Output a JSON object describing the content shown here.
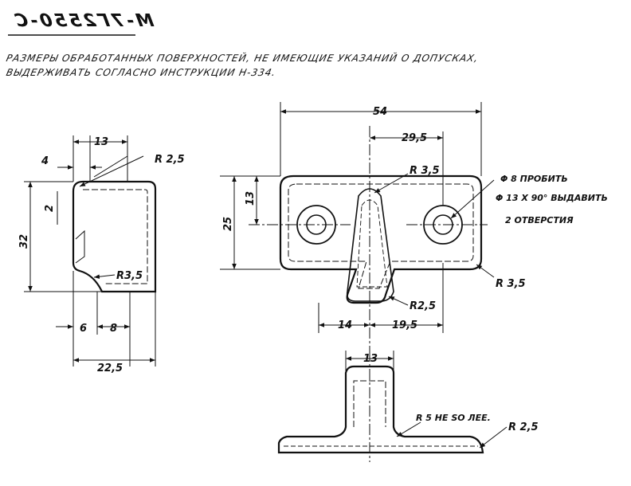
{
  "drawing": {
    "title": "M-7Г2550-C",
    "note_line_1": "РАЗМЕРЫ ОБРАБОТАННЫХ ПОВЕРХНОСТЕЙ, НЕ ИМЕЮЩИЕ УКАЗАНИЙ О ДОПУСКАХ,",
    "note_line_2": "ВЫДЕРЖИВАТЬ СОГЛАСНО ИНСТРУКЦИИ Н-334."
  },
  "side_view": {
    "dim_width": "13",
    "dim_thickness": "4",
    "dim_offset": "2",
    "dim_height": "32",
    "dim_radius_top": "R 2,5",
    "dim_radius_inner": "R3,5",
    "dim_bottom_left": "6",
    "dim_bottom_right": "8",
    "dim_total": "22,5"
  },
  "front_view": {
    "dim_length": "54",
    "dim_hole_spacing": "29,5",
    "dim_radius_top": "R 3,5",
    "dim_hole_height": "13",
    "dim_height": "25",
    "dim_radius_corner": "R 3,5",
    "dim_radius_lug": "R2,5",
    "dim_left": "14",
    "dim_right": "19,5",
    "hole_note_1": "Φ 8 ПРОБИТЬ",
    "hole_note_2": "Φ 13 X 90° ВЫДАВИТЬ",
    "hole_note_3": "2 ОТВЕРСТИЯ"
  },
  "bottom_view": {
    "dim_width": "13",
    "dim_radius_main": "R 5 НЕ SO ЛЕЕ.",
    "dim_radius_small": "R 2,5"
  }
}
